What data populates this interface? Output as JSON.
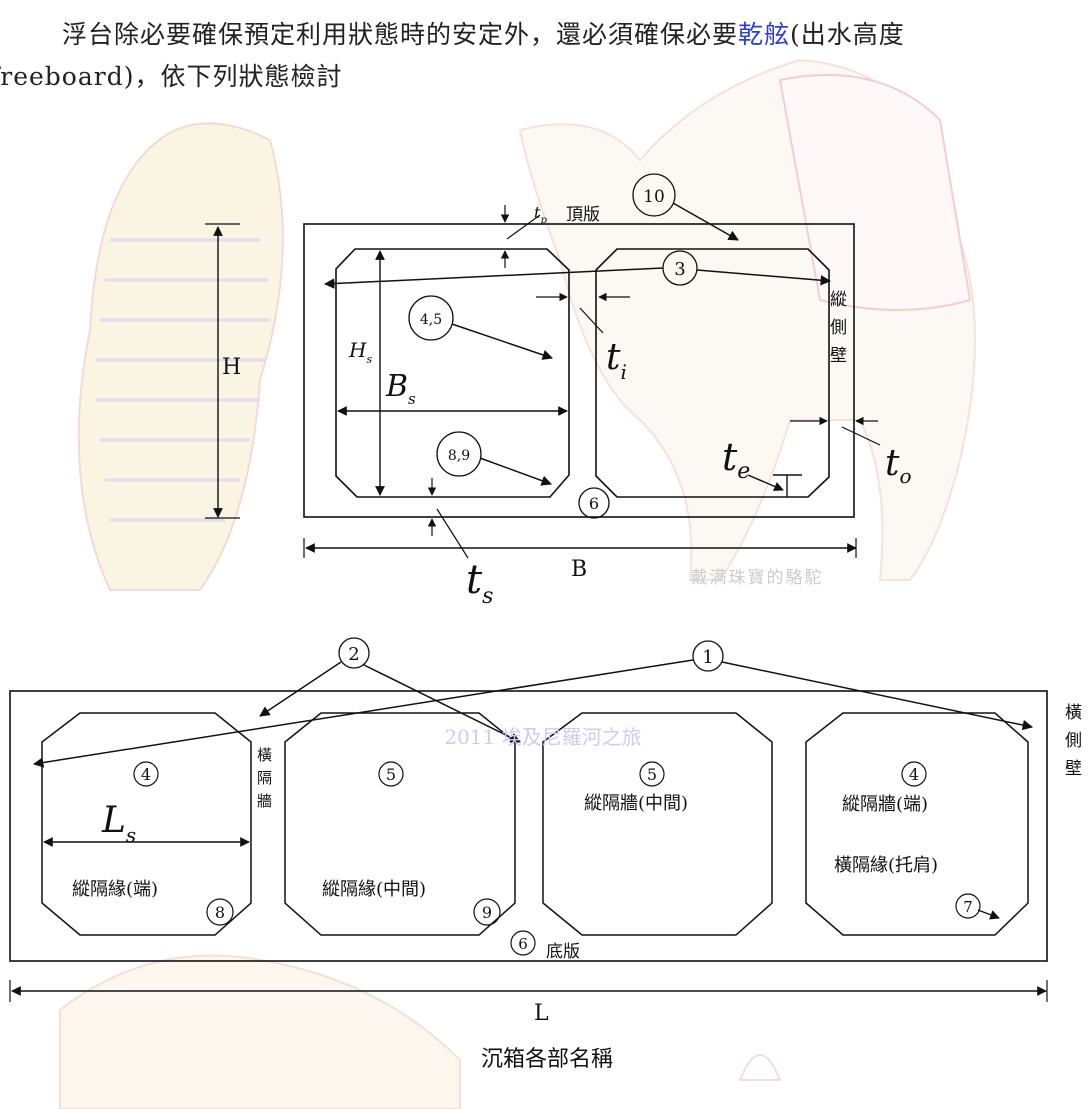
{
  "intro": {
    "part1": "浮台除必要確保預定利用狀態時的安定外，還必須確保必要",
    "link": "乾舷",
    "part2": "(出水高度",
    "line2": "freeboard)，依下列狀態檢討"
  },
  "cross_section": {
    "dim_top_thickness": "t",
    "dim_top_thickness_sub": "p",
    "top_plate": "頂版",
    "callout_10": "10",
    "callout_3": "3",
    "callout_4_5": "4,5",
    "callout_8_9": "8,9",
    "callout_6": "6",
    "dim_H": "H",
    "dim_Hs": "H",
    "dim_Hs_sub": "s",
    "dim_Bs": "B",
    "dim_Bs_sub": "s",
    "dim_ti": "t",
    "dim_ti_sub": "i",
    "dim_te": "t",
    "dim_te_sub": "e",
    "dim_to": "t",
    "dim_to_sub": "o",
    "dim_ts": "t",
    "dim_ts_sub": "s",
    "dim_B": "B",
    "side_wall_label": [
      "縱",
      "側",
      "壁"
    ],
    "watermark": "戴满珠寶的駱駝"
  },
  "plan_view": {
    "callout_2": "2",
    "callout_1": "1",
    "trip_watermark": "2011 埃及尼羅河之旅",
    "transverse_side_wall": [
      "橫",
      "側",
      "壁"
    ],
    "transverse_bulkhead": [
      "橫",
      "隔",
      "牆"
    ],
    "cell1_num": "4",
    "cell2_num": "5",
    "cell3_num": "5",
    "cell4_num": "4",
    "dim_Ls": "L",
    "dim_Ls_sub": "s",
    "cell1_label": "縱隔緣(端)",
    "cell1_callout": "8",
    "cell2_label": "縱隔緣(中間)",
    "cell2_callout": "9",
    "cell3_label": "縱隔牆(中間)",
    "cell4_label_1": "縱隔牆(端)",
    "cell4_label_2": "橫隔緣(托肩)",
    "cell4_callout": "7",
    "bottom_callout": "6",
    "bottom_plate": "底版",
    "dim_L": "L"
  },
  "caption": "沉箱各部名稱"
}
